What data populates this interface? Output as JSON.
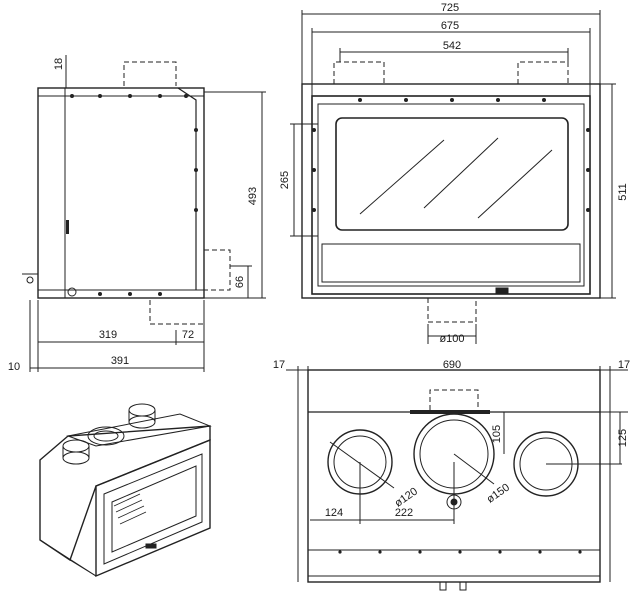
{
  "diagram": {
    "side_view": {
      "dim_top_offset": "18",
      "dim_height": "493",
      "dim_lower": "66",
      "dim_depth_body": "319",
      "dim_depth_front": "72",
      "dim_left": "10",
      "dim_total_depth": "391"
    },
    "front_view": {
      "dim_outer_width": "725",
      "dim_frame_width": "675",
      "dim_inner_width": "542",
      "dim_glass_height": "265",
      "dim_total_height": "511",
      "dim_bottom_outlet": "ø100"
    },
    "top_view": {
      "dim_left_margin": "17",
      "dim_width": "690",
      "dim_right_margin": "17",
      "dim_center_offset": "105",
      "dim_side_offset": "125",
      "dim_left_diameter": "ø120",
      "dim_center_diameter": "ø150",
      "dim_left_pos": "124",
      "dim_center_pos": "222"
    }
  },
  "colors": {
    "line": "#222222",
    "background": "#ffffff"
  }
}
